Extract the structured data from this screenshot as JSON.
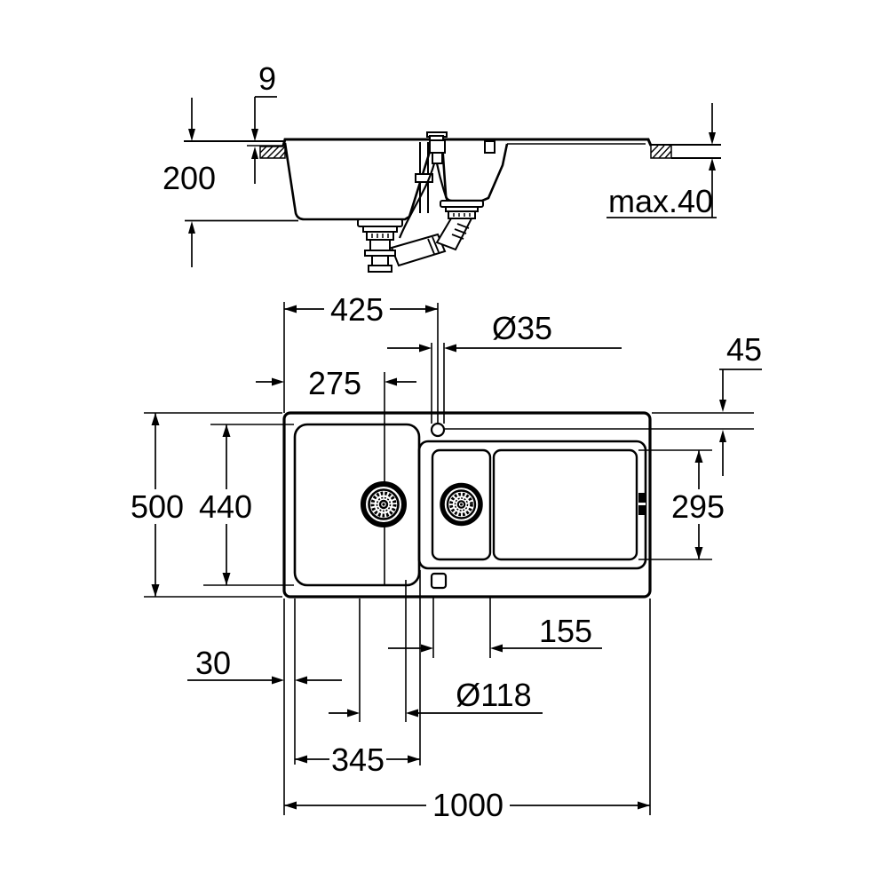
{
  "figure": {
    "kind": "sink technical drawing",
    "line_color": "#000000",
    "background_color": "#ffffff"
  },
  "section_view": {
    "rim_height": "9",
    "installation_depth": "200",
    "countertop_thickness": "max.40"
  },
  "plan_view": {
    "left_edge_to_tap_hole": "425",
    "tap_hole_diameter": "Ø35",
    "top_edge_to_tap_hole": "45",
    "left_edge_to_drain_center": "275",
    "overall_depth": "500",
    "main_bowl_depth": "440",
    "drainer_depth": "295",
    "small_bowl_width": "155",
    "left_edge_to_bowl": "30",
    "drain_hole_diameter": "Ø118",
    "main_bowl_width": "345",
    "overall_width": "1000"
  }
}
